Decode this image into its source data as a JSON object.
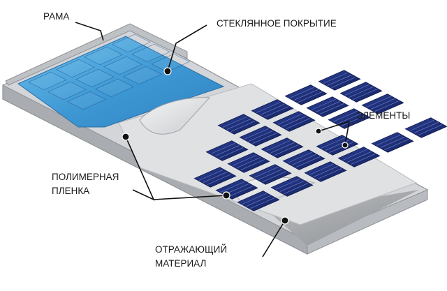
{
  "labels": {
    "frame": "РАМА",
    "glass": "СТЕКЛЯННОЕ ПОКРЫТИЕ",
    "cells": "ЭЛЕМЕНТЫ",
    "polymer_line1": "ПОЛИМЕРНАЯ",
    "polymer_line2": "ПЛЕНКА",
    "reflect_line1": "ОТРАЖАЮЩИЙ",
    "reflect_line2": "МАТЕРИАЛ"
  },
  "colors": {
    "glass": "#4fa6dd",
    "cell": "#1d2f7c",
    "frame": "#c7c9cc",
    "film": "#e6e8ea",
    "reflective": "#a8aaad"
  }
}
